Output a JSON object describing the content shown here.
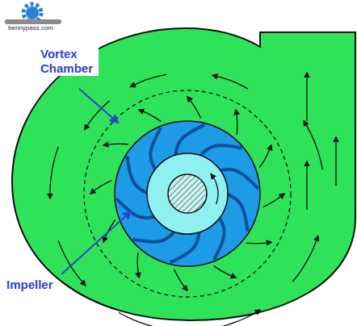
{
  "diagram": {
    "labels": [
      "Vortex Chamber",
      "Impeller",
      "bennypass.com"
    ]
  }
}
